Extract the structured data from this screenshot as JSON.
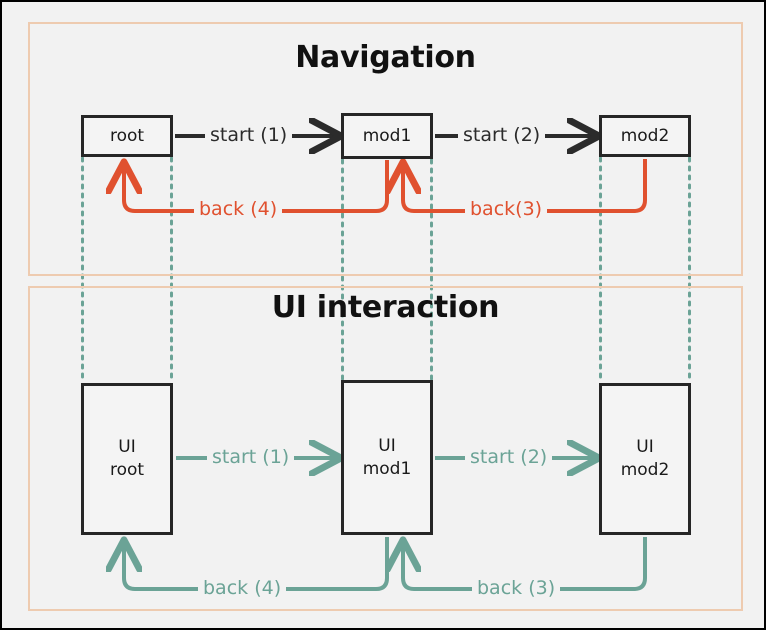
{
  "diagram": {
    "title_area": "Navigation and UI interaction flow",
    "background_color": "#f2f2f2",
    "frame_color": "#000000",
    "panel_border_color": "#eecbb0",
    "node_border_color": "#262626",
    "node_fill_color": "#f4f4f4",
    "arrow_dark_color": "#2b2b2b",
    "arrow_red_color": "#e0512f",
    "arrow_teal_color": "#6ba396",
    "lifeline_color": "#6ba396"
  },
  "panels": [
    {
      "id": "navigation",
      "title": "Navigation",
      "nodes": [
        {
          "id": "root",
          "label": "root"
        },
        {
          "id": "mod1",
          "label": "mod1"
        },
        {
          "id": "mod2",
          "label": "mod2"
        }
      ],
      "edges": [
        {
          "id": "start1",
          "label": "start (1)",
          "from": "root",
          "to": "mod1",
          "color": "#2b2b2b",
          "direction": "forward"
        },
        {
          "id": "start2",
          "label": "start (2)",
          "from": "mod1",
          "to": "mod2",
          "color": "#2b2b2b",
          "direction": "forward"
        },
        {
          "id": "back4",
          "label": "back (4)",
          "from": "mod1",
          "to": "root",
          "color": "#e0512f",
          "direction": "backward"
        },
        {
          "id": "back3",
          "label": "back(3)",
          "from": "mod2",
          "to": "mod1",
          "color": "#e0512f",
          "direction": "backward"
        }
      ]
    },
    {
      "id": "ui-interaction",
      "title": "UI interaction",
      "nodes": [
        {
          "id": "ui-root",
          "line1": "UI",
          "line2": "root"
        },
        {
          "id": "ui-mod1",
          "line1": "UI",
          "line2": "mod1"
        },
        {
          "id": "ui-mod2",
          "line1": "UI",
          "line2": "mod2"
        }
      ],
      "edges": [
        {
          "id": "ui-start1",
          "label": "start (1)",
          "from": "ui-root",
          "to": "ui-mod1",
          "color": "#6ba396",
          "direction": "forward"
        },
        {
          "id": "ui-start2",
          "label": "start (2)",
          "from": "ui-mod1",
          "to": "ui-mod2",
          "color": "#6ba396",
          "direction": "forward"
        },
        {
          "id": "ui-back4",
          "label": "back (4)",
          "from": "ui-mod1",
          "to": "ui-root",
          "color": "#6ba396",
          "direction": "backward"
        },
        {
          "id": "ui-back3",
          "label": "back (3)",
          "from": "ui-mod2",
          "to": "ui-mod1",
          "color": "#6ba396",
          "direction": "backward"
        }
      ]
    }
  ]
}
